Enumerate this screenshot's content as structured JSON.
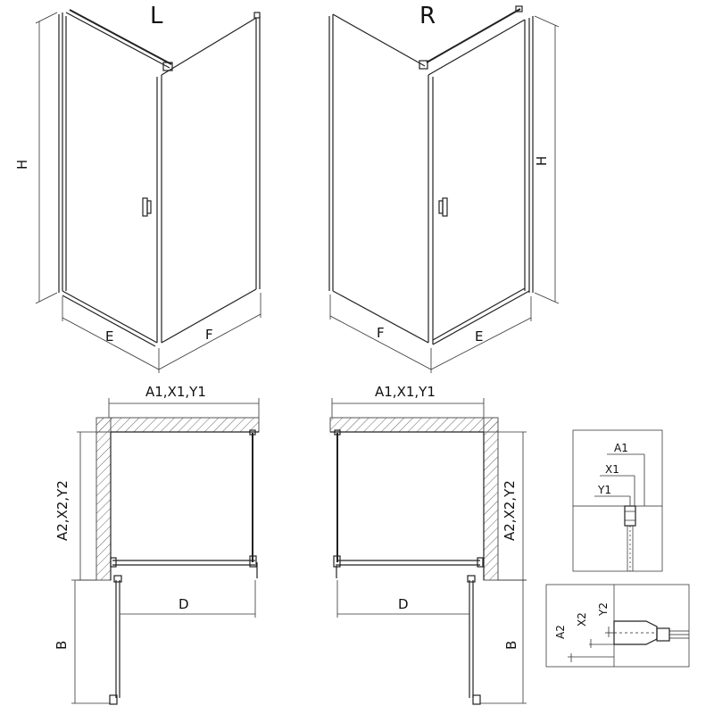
{
  "views": {
    "left": {
      "title": "L",
      "label_h": "H",
      "label_e": "E",
      "label_f": "F"
    },
    "right": {
      "title": "R",
      "label_h": "H",
      "label_e": "E",
      "label_f": "F"
    }
  },
  "plans": {
    "left": {
      "label_top": "A1,X1,Y1",
      "label_side": "A2,X2,Y2",
      "label_d": "D",
      "label_b": "B"
    },
    "right": {
      "label_top": "A1,X1,Y1",
      "label_side": "A2,X2,Y2",
      "label_d": "D",
      "label_b": "B"
    }
  },
  "details": {
    "top": {
      "a1": "A1",
      "x1": "X1",
      "y1": "Y1"
    },
    "bottom": {
      "a2": "A2",
      "x2": "X2",
      "y2": "Y2"
    }
  }
}
